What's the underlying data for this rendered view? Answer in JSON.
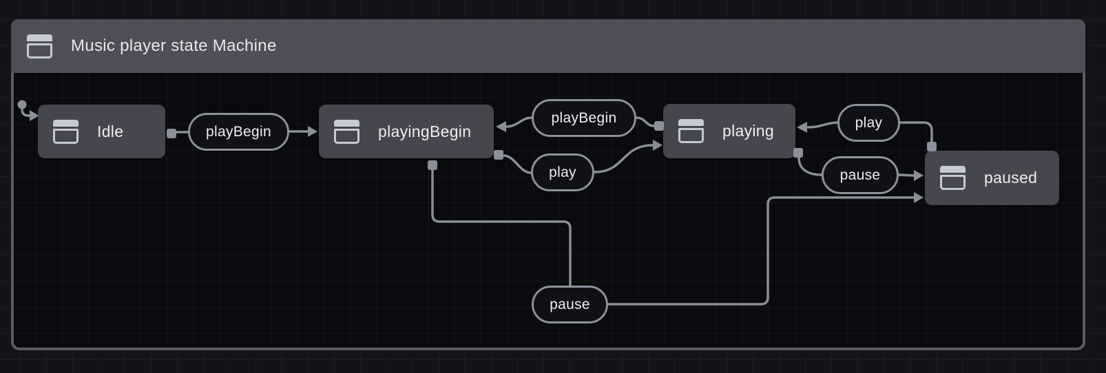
{
  "machine": {
    "title": "Music player state Machine",
    "initial_state": "Idle",
    "states": [
      {
        "id": "Idle",
        "label": "Idle"
      },
      {
        "id": "playingBegin",
        "label": "playingBegin"
      },
      {
        "id": "playing",
        "label": "playing"
      },
      {
        "id": "paused",
        "label": "paused"
      }
    ],
    "transitions": [
      {
        "event": "playBegin",
        "from": "Idle",
        "to": "playingBegin"
      },
      {
        "event": "playBegin",
        "from": "playing",
        "to": "playingBegin"
      },
      {
        "event": "play",
        "from": "playingBegin",
        "to": "playing"
      },
      {
        "event": "play",
        "from": "paused",
        "to": "playing"
      },
      {
        "event": "pause",
        "from": "playing",
        "to": "paused"
      },
      {
        "event": "pause",
        "from": "playingBegin",
        "to": "paused"
      }
    ]
  },
  "icons": {
    "machine_icon": "window-state-icon",
    "state_icon": "window-state-icon"
  },
  "colors": {
    "page_bg": "#131418",
    "canvas_bg": "#0a0b0e",
    "machine_header_bg": "#4e4f58",
    "machine_border": "#5a5b66",
    "state_bg": "#46474e",
    "pill_bg": "#101116",
    "pill_border": "#8e919c",
    "edge": "#8b8e97",
    "text": "#eceef0"
  }
}
